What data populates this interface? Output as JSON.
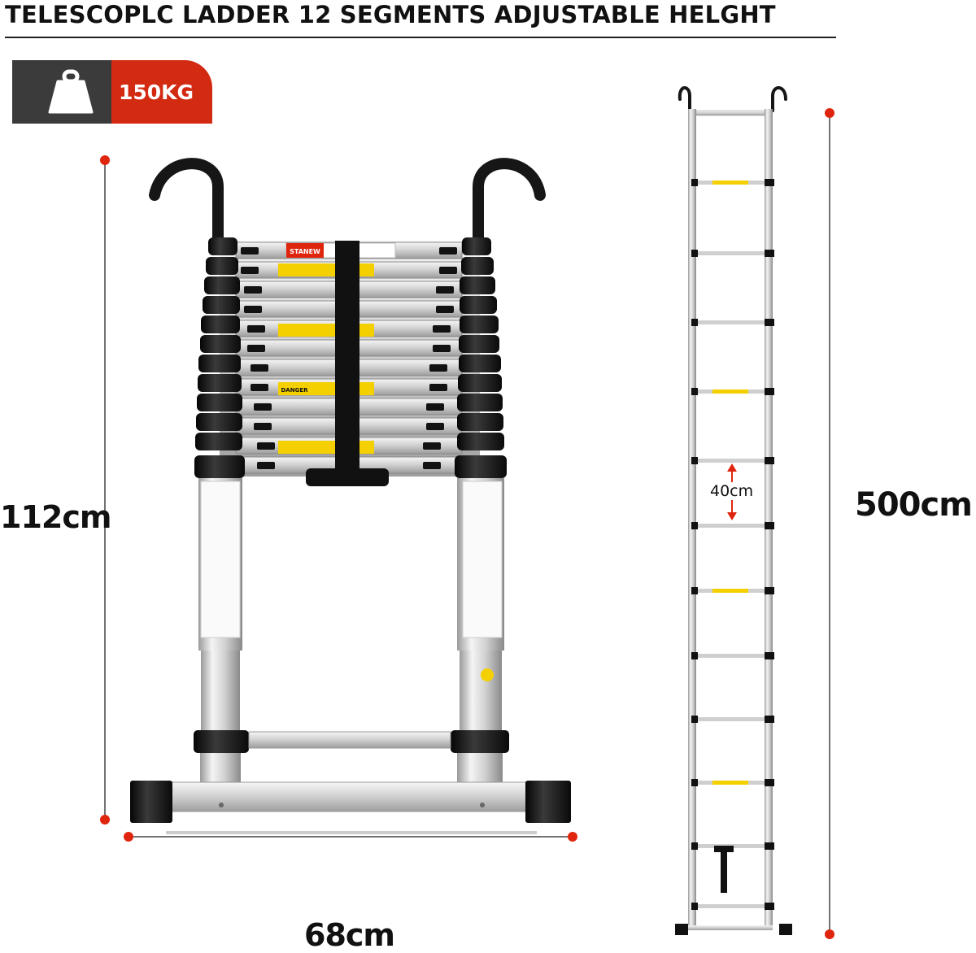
{
  "title": "TELESCOPLC LADDER 12 SEGMENTS ADJUSTABLE HELGHT",
  "badge": {
    "icon": "weight-icon",
    "value": "150KG",
    "colors": {
      "icon_bg": "#3b3b3b",
      "value_bg": "#d32a12"
    }
  },
  "dimensions": {
    "collapsed_height": "112cm",
    "base_width": "68cm",
    "extended_height": "500cm",
    "step_spacing": "40cm"
  },
  "ladder_label": {
    "brand": "STANEW",
    "warning": "DANGER"
  },
  "colors": {
    "dimension_marker": "#e0250e",
    "ladder_metal": "#d8d8d8",
    "ladder_black": "#111111"
  }
}
